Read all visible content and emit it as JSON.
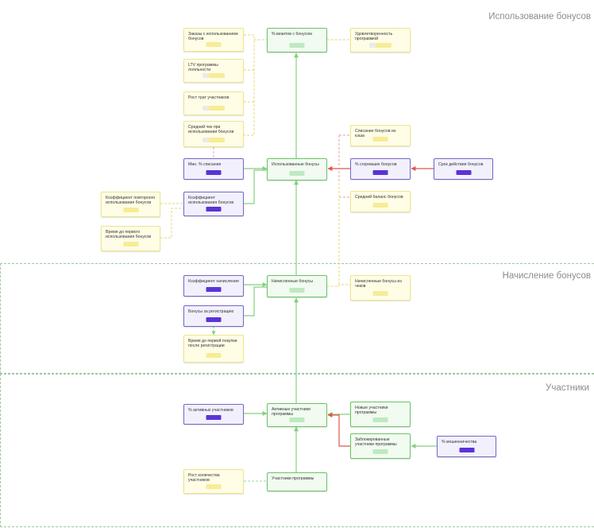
{
  "sections": {
    "usage": "Использование бонусов",
    "accrual": "Начисление бонусов",
    "participants": "Участники"
  },
  "nodes": {
    "visits_with_bonus": "Заказы с использованием бонусов",
    "share_bonus_visits": "% визитов с бонусом",
    "ltv_program": "LTV программы лояльности",
    "participants_growth": "Рост трат участников",
    "avg_check_bonus": "Средний чек при использовании бонусов",
    "program_efficiency": "Удовлетворенность программой",
    "bonus_writeoff": "Списание бонусов из кэша",
    "min_spend": "Мин. % списания",
    "used_bonuses": "Использованные бонусы",
    "burned_bonuses": "% сгоревших бонусов",
    "bonus_lifetime": "Срок действия бонусов",
    "usage_coefficient": "Коэффициент использования бонусов",
    "repeat_usage_coefficient": "Коэффициент повторного использования бонусов",
    "avg_bonus_balance": "Средний баланс бонусов",
    "first_usage_time": "Время до первого использования бонусов",
    "accrual_coefficient": "Коэффициент начисления",
    "accrued_bonuses": "Начисленные бонусы",
    "accrued_bonuses_in_checks": "Начисленные бонусы из чеков",
    "registration_bonuses": "Бонусы за регистрацию",
    "first_purchase_time": "Время до первой покупки после регистрации",
    "share_active": "% активных участников",
    "active_participants": "Активные участники программы",
    "new_participants": "Новые участники программы",
    "blocked_participants": "Заблокированные участники программы",
    "pct_fraud": "% мошенничества",
    "base_growth": "Рост количества участников",
    "program_participants": "Участники программы"
  },
  "colors": {
    "solid_arrow": "#86cf7f",
    "red_arrow": "#e0584a",
    "yellow_link": "#e6d87a",
    "green_link": "#9ad19a",
    "red_link": "#ef9c9c",
    "section_border": "#9fc79f"
  }
}
